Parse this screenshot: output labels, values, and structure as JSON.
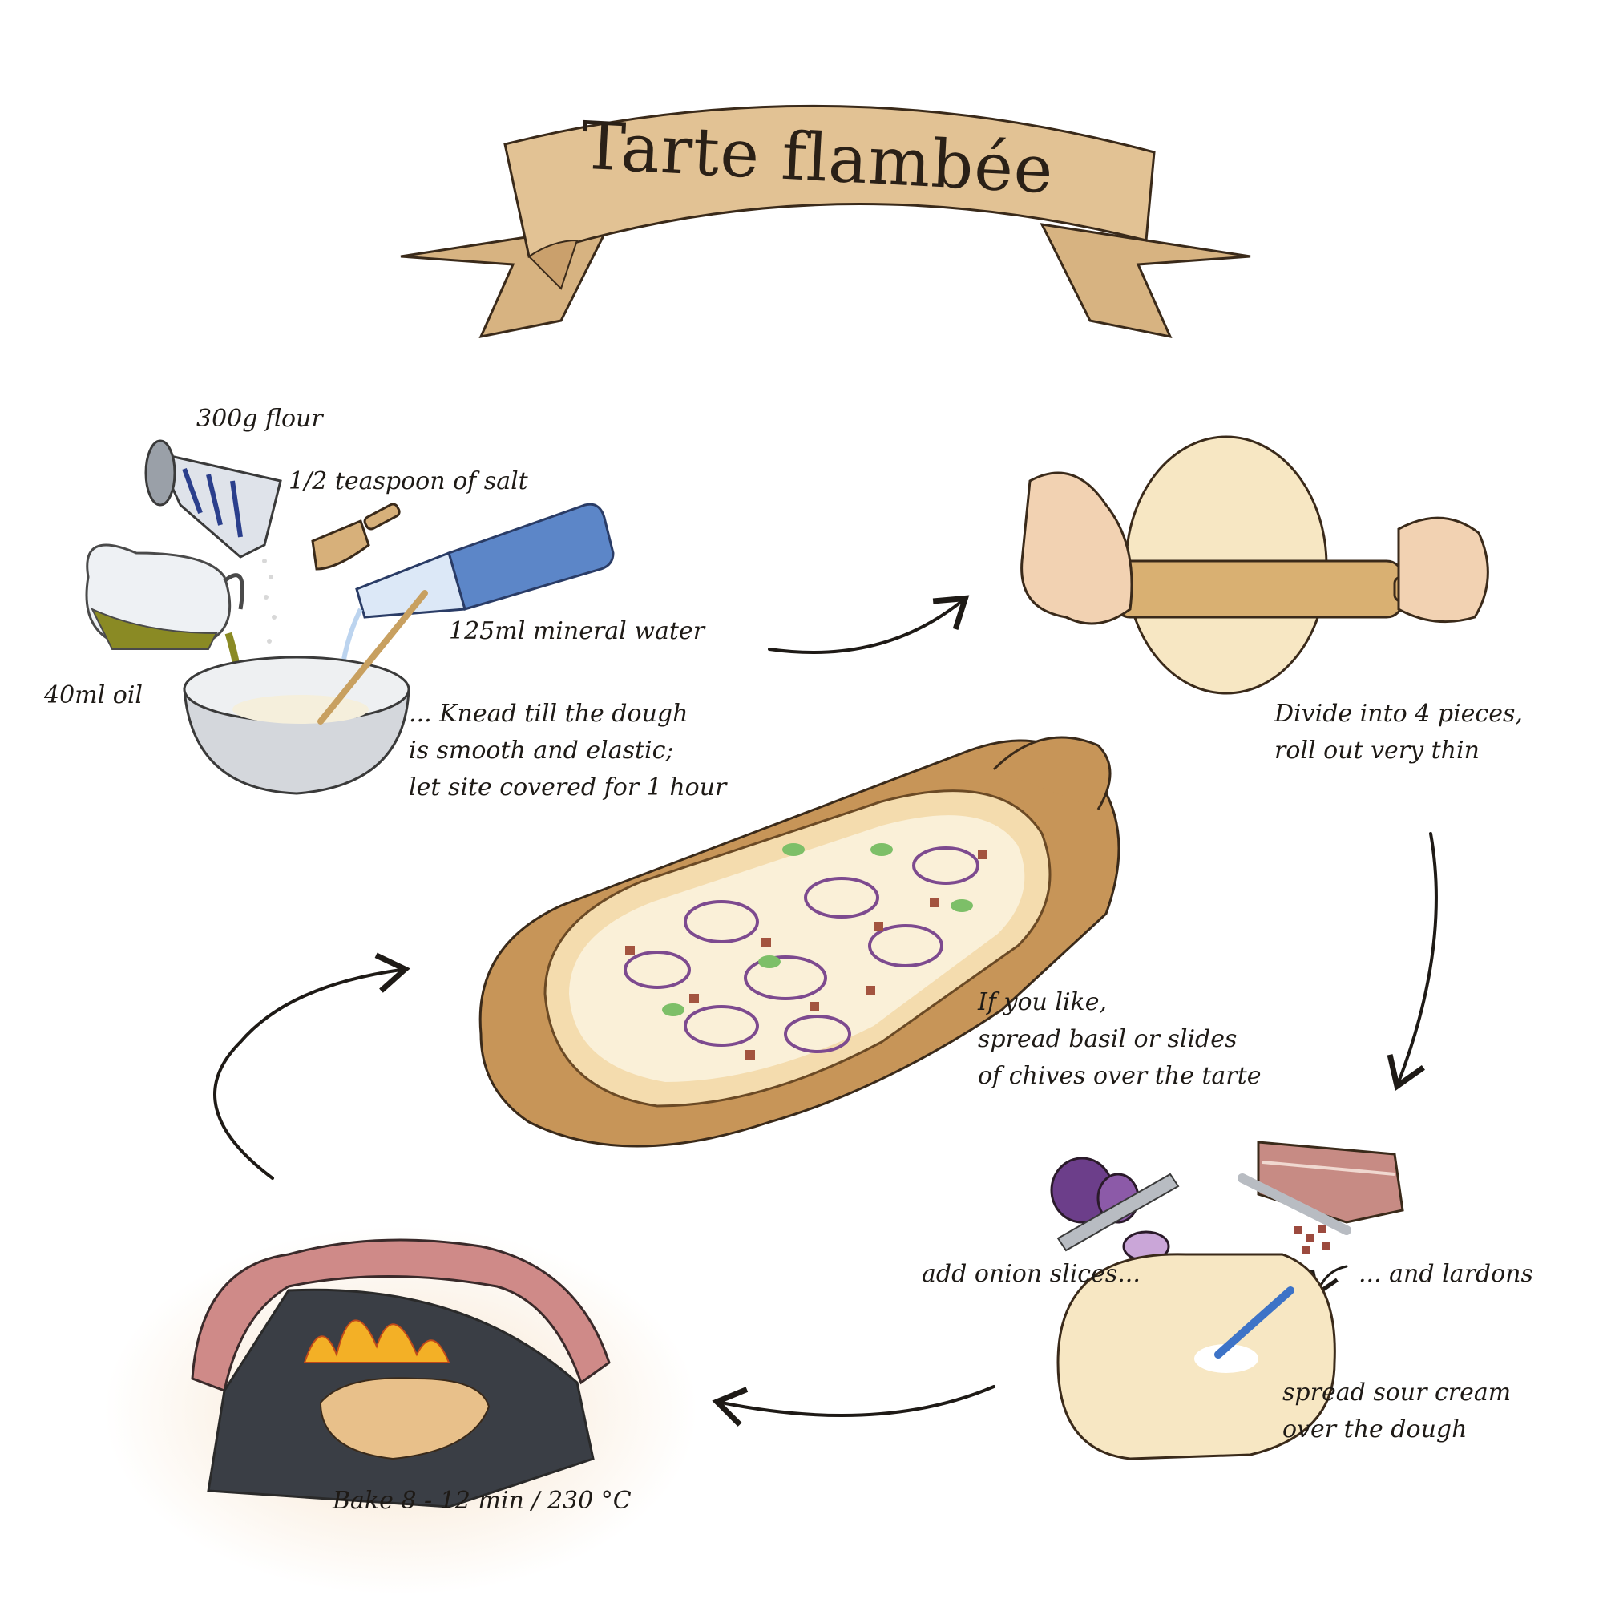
{
  "title": "Tarte flambée",
  "steps": {
    "ingredients": {
      "flour": "300g flour",
      "salt": "1/2 teaspoon of salt",
      "water": "125ml mineral water",
      "oil": "40ml oil",
      "knead_lines": [
        "... Knead till the dough",
        "is smooth and elastic;",
        "let site covered for 1 hour"
      ]
    },
    "roll": {
      "lines": [
        "Divide into 4 pieces,",
        "roll out very thin"
      ]
    },
    "toppings": {
      "onion": "add onion slices...",
      "lardons": "... and lardons",
      "cream_lines": [
        "spread sour cream",
        "over the dough"
      ]
    },
    "bake": {
      "text": "Bake 8 - 12 min / 230 °C"
    },
    "serve": {
      "lines": [
        "If you like,",
        "spread basil or slides",
        "of chives over the tarte"
      ]
    }
  },
  "icons": [
    "flour-cup-icon",
    "salt-scoop-icon",
    "water-bottle-icon",
    "oil-jug-icon",
    "mixing-bowl-icon",
    "rolling-pin-icon",
    "red-onion-icon",
    "bacon-slab-icon",
    "sour-cream-spoon-icon",
    "brick-oven-icon",
    "tarte-flambee-on-board-icon"
  ],
  "colors": {
    "ink": "#1e1a16",
    "banner": "#e2c294",
    "dough": "#f7e7c3",
    "brick": "#cf8a88",
    "wood": "#c79558",
    "onion": "#7d4a8f"
  }
}
